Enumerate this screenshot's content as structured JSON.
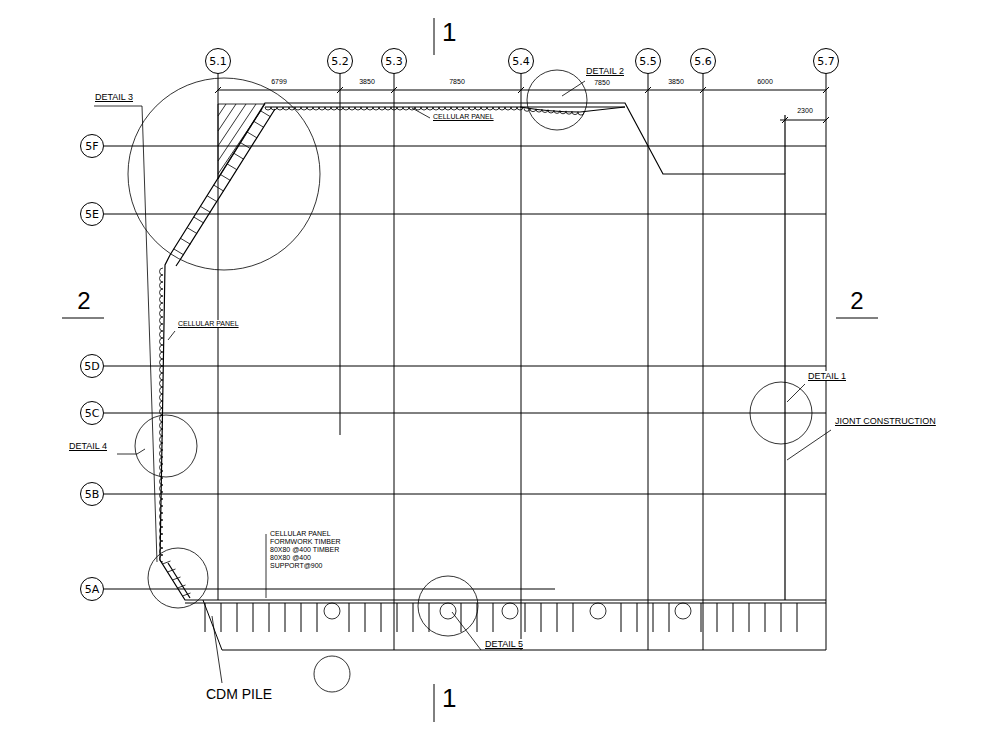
{
  "diagram": {
    "nodes": [
      {
        "text": [
          "5.1"
        ]
      },
      {
        "text": [
          "5.2"
        ]
      },
      {
        "text": [
          "5.3"
        ]
      },
      {
        "text": [
          "5.4"
        ]
      },
      {
        "text": [
          "5.5"
        ]
      },
      {
        "text": [
          "5.6"
        ]
      },
      {
        "text": [
          "5.7"
        ]
      },
      {
        "text": [
          "5F"
        ]
      },
      {
        "text": [
          "5E"
        ]
      },
      {
        "text": [
          "5D"
        ]
      },
      {
        "text": [
          "5C"
        ]
      },
      {
        "text": [
          "5B"
        ]
      },
      {
        "text": [
          "5A"
        ]
      }
    ],
    "labels": [
      "1",
      "1",
      "2",
      "2",
      "6799",
      "3850",
      "7850",
      "7850",
      "3850",
      "6000",
      "2300",
      "DETAIL 3",
      "DETAIL 2",
      "CELLULAR PANEL",
      "CELLULAR PANEL",
      "DETAIL 1",
      "JIONT CONSTRUCTION",
      "DETAIL 4",
      "CELLULAR PANEL FORMWORK TIMBER 80X80 @400 TIMBER 80X80 @400 SUPPORT@900",
      "DETAIL 5",
      "CDM PILE"
    ]
  }
}
